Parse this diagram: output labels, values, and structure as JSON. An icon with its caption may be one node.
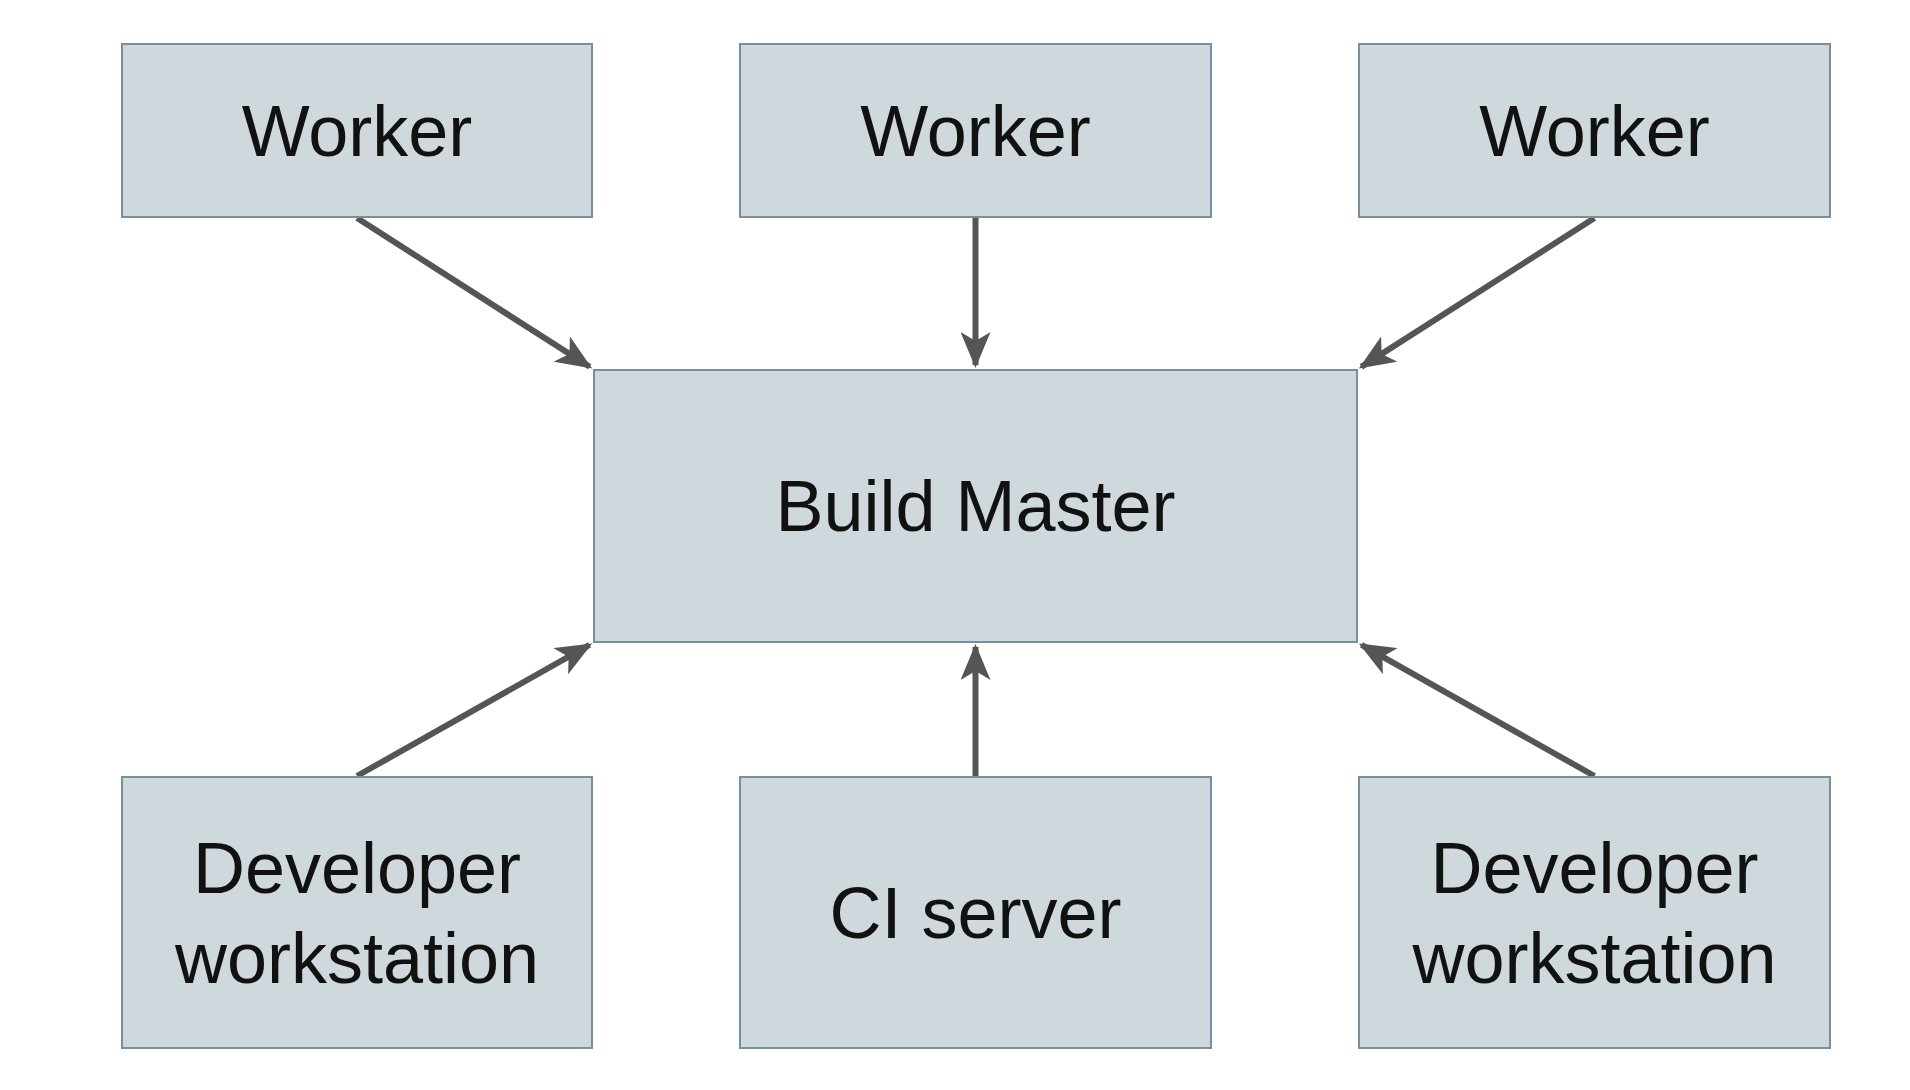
{
  "diagram": {
    "nodes": [
      {
        "text": [
          "Worker"
        ]
      },
      {
        "text": [
          "Worker"
        ]
      },
      {
        "text": [
          "Worker"
        ]
      },
      {
        "text": [
          "Build Master"
        ]
      },
      {
        "text": [
          "Developer workstation"
        ]
      },
      {
        "text": [
          "CI server"
        ]
      },
      {
        "text": [
          "Developer workstation"
        ]
      }
    ],
    "edges": [
      {
        "from": 0,
        "to": 3,
        "arrow": "to"
      },
      {
        "from": 1,
        "to": 3,
        "arrow": "to"
      },
      {
        "from": 2,
        "to": 3,
        "arrow": "to"
      },
      {
        "from": 4,
        "to": 3,
        "arrow": "to"
      },
      {
        "from": 5,
        "to": 3,
        "arrow": "to"
      },
      {
        "from": 6,
        "to": 3,
        "arrow": "to"
      }
    ]
  }
}
